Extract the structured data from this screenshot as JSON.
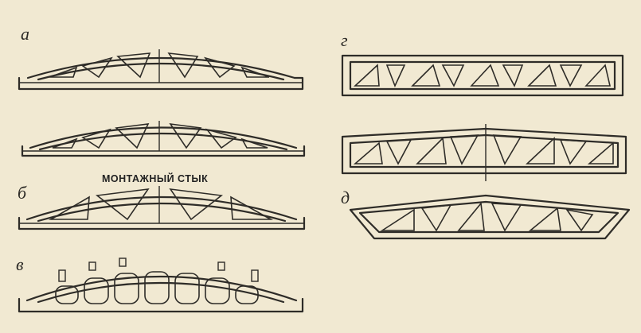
{
  "labels": {
    "a": "а",
    "b": "б",
    "v": "в",
    "g": "г",
    "d": "д"
  },
  "caption": "МОНТАЖНЫЙ СТЫК",
  "colors": {
    "paper": "#f1e9d2",
    "ink": "#2e2c28"
  }
}
